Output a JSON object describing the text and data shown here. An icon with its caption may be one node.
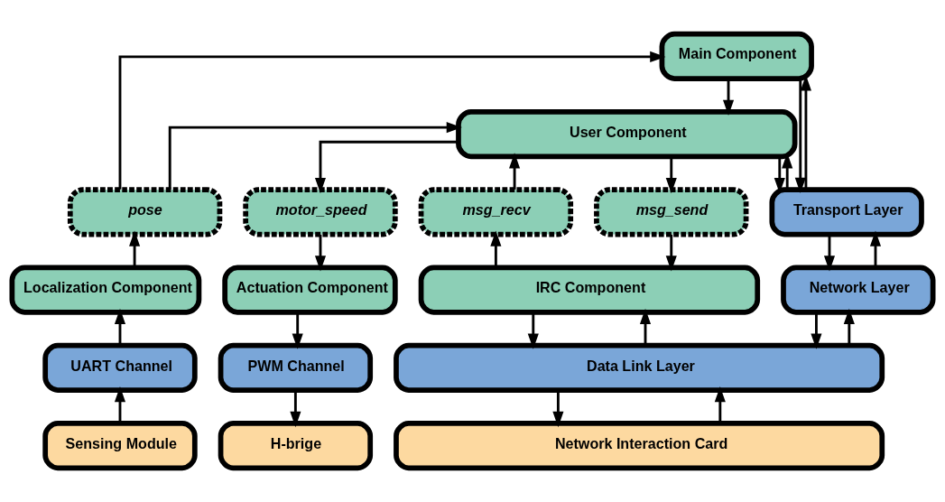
{
  "diagram": {
    "nodes": [
      {
        "text": [
          "Main Component"
        ]
      },
      {
        "text": [
          "User Component"
        ]
      },
      {
        "text": [
          "pose"
        ]
      },
      {
        "text": [
          "motor_speed"
        ]
      },
      {
        "text": [
          "msg_recv"
        ]
      },
      {
        "text": [
          "msg_send"
        ]
      },
      {
        "text": [
          "Transport Layer"
        ]
      },
      {
        "text": [
          "Localization Component"
        ]
      },
      {
        "text": [
          "Actuation Component"
        ]
      },
      {
        "text": [
          "IRC Component"
        ]
      },
      {
        "text": [
          "Network Layer"
        ]
      },
      {
        "text": [
          "UART Channel"
        ]
      },
      {
        "text": [
          "PWM Channel"
        ]
      },
      {
        "text": [
          "Data Link Layer"
        ]
      },
      {
        "text": [
          "Sensing Module"
        ]
      },
      {
        "text": [
          "H-brige"
        ]
      },
      {
        "text": [
          "Network Interaction Card"
        ]
      }
    ],
    "edges": [
      {
        "from": 2,
        "to": 0,
        "arrow": "to"
      },
      {
        "from": 2,
        "to": 1,
        "arrow": "to"
      },
      {
        "from": 0,
        "to": 1,
        "arrow": "to"
      },
      {
        "from": 1,
        "to": 3,
        "arrow": "to"
      },
      {
        "from": 4,
        "to": 1,
        "arrow": "to"
      },
      {
        "from": 1,
        "to": 5,
        "arrow": "to"
      },
      {
        "from": 1,
        "to": 6,
        "arrow": "to"
      },
      {
        "from": 6,
        "to": 1,
        "arrow": "to"
      },
      {
        "from": 0,
        "to": 6,
        "arrow": "to"
      },
      {
        "from": 6,
        "to": 0,
        "arrow": "to"
      },
      {
        "from": 7,
        "to": 2,
        "arrow": "to"
      },
      {
        "from": 3,
        "to": 8,
        "arrow": "to"
      },
      {
        "from": 9,
        "to": 4,
        "arrow": "to"
      },
      {
        "from": 5,
        "to": 9,
        "arrow": "to"
      },
      {
        "from": 6,
        "to": 10,
        "arrow": "to"
      },
      {
        "from": 10,
        "to": 6,
        "arrow": "to"
      },
      {
        "from": 10,
        "to": 13,
        "arrow": "to"
      },
      {
        "from": 13,
        "to": 10,
        "arrow": "to"
      },
      {
        "from": 11,
        "to": 7,
        "arrow": "to"
      },
      {
        "from": 8,
        "to": 12,
        "arrow": "to"
      },
      {
        "from": 9,
        "to": 13,
        "arrow": "to"
      },
      {
        "from": 13,
        "to": 9,
        "arrow": "to"
      },
      {
        "from": 14,
        "to": 11,
        "arrow": "to"
      },
      {
        "from": 12,
        "to": 15,
        "arrow": "to"
      },
      {
        "from": 13,
        "to": 16,
        "arrow": "to"
      },
      {
        "from": 16,
        "to": 13,
        "arrow": "to"
      }
    ]
  }
}
